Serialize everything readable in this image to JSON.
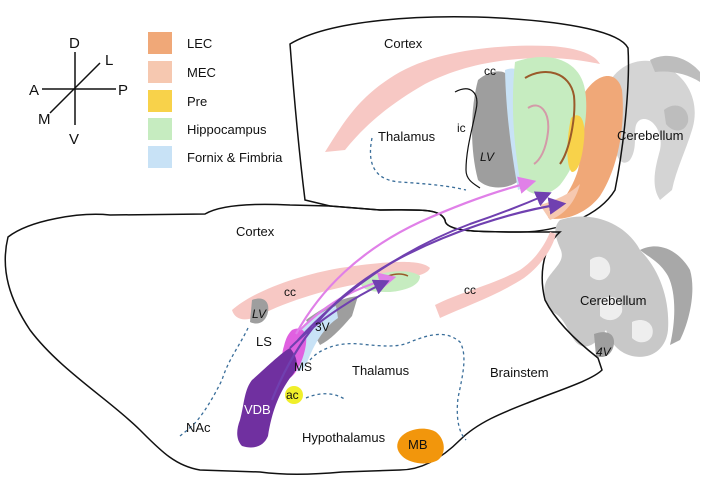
{
  "colors": {
    "lec": "#f0a878",
    "mec": "#f6c8b0",
    "pre": "#f8d24a",
    "hippocampus": "#c6ecc0",
    "fornix": "#c8e2f6",
    "cc": "#f7c8c4",
    "ventricle": "#9e9e9e",
    "cerebellum": "#cfcfcf",
    "ms": "#e060e0",
    "vdb": "#7030a0",
    "ac": "#f0ef2a",
    "mb": "#f2960c",
    "dashed": "#3a6e9a",
    "arrow_pink": "#e080e8",
    "arrow_purple": "#7040b0",
    "thread_brown": "#9a5a2a"
  },
  "orientation": {
    "dorsal": "D",
    "lateral": "L",
    "anterior": "A",
    "posterior": "P",
    "medial": "M",
    "ventral": "V"
  },
  "legend": {
    "items": [
      {
        "label": "LEC",
        "color_key": "lec"
      },
      {
        "label": "MEC",
        "color_key": "mec"
      },
      {
        "label": "Pre",
        "color_key": "pre"
      },
      {
        "label": "Hippocampus",
        "color_key": "hippocampus"
      },
      {
        "label": "Fornix & Fimbria",
        "color_key": "fornix"
      }
    ]
  },
  "upper_section": {
    "cortex": "Cortex",
    "cc": "cc",
    "thalamus": "Thalamus",
    "ic": "ic",
    "lv": "LV",
    "cerebellum": "Cerebellum"
  },
  "lower_section": {
    "cortex": "Cortex",
    "cc_front": "cc",
    "cc_back": "cc",
    "lv": "LV",
    "ls": "LS",
    "ms": "MS",
    "third_ventricle": "3V",
    "ac": "ac",
    "vdb": "VDB",
    "nac": "NAc",
    "thalamus": "Thalamus",
    "hypothalamus": "Hypothalamus",
    "mb": "MB",
    "brainstem": "Brainstem",
    "cerebellum": "Cerebellum",
    "fourth_ventricle": "4V"
  }
}
